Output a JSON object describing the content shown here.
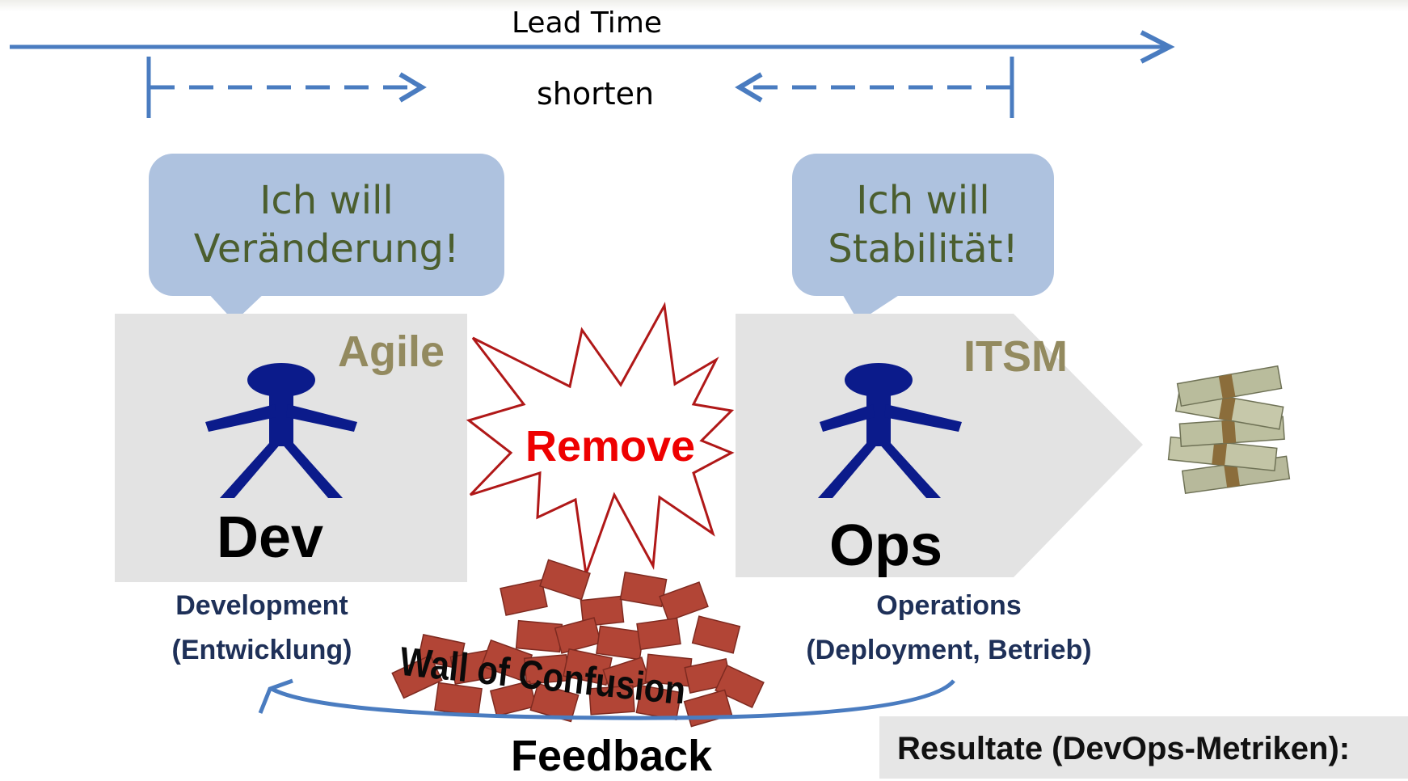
{
  "timeline": {
    "label": "Lead Time",
    "shorten_label": "shorten"
  },
  "dev": {
    "bubble_line1": "Ich will",
    "bubble_line2": "Veränderung!",
    "method": "Agile",
    "role": "Dev",
    "caption_line1": "Development",
    "caption_line2": "(Entwicklung)"
  },
  "ops": {
    "bubble_line1": "Ich will",
    "bubble_line2": "Stabilität!",
    "method": "ITSM",
    "role": "Ops",
    "caption_line1": "Operations",
    "caption_line2": "(Deployment, Betrieb)"
  },
  "burst_label": "Remove",
  "wall_label": "Wall of Confusion",
  "feedback_label": "Feedback",
  "results_title": "Resultate (DevOps-Metriken):",
  "icons": [
    "person-icon",
    "money-stack-icon",
    "brick-wall-icon"
  ],
  "colors": {
    "arrow": "#4a7cc0",
    "bubble": "#aec2df",
    "bubble_text": "#4b5e2e",
    "box": "#e3e3e3",
    "method": "#938a5f",
    "remove": "#ee0000",
    "burst_stroke": "#b01818",
    "person": "#0b1b8b",
    "caption": "#1e3058",
    "brick": "#b24536"
  }
}
